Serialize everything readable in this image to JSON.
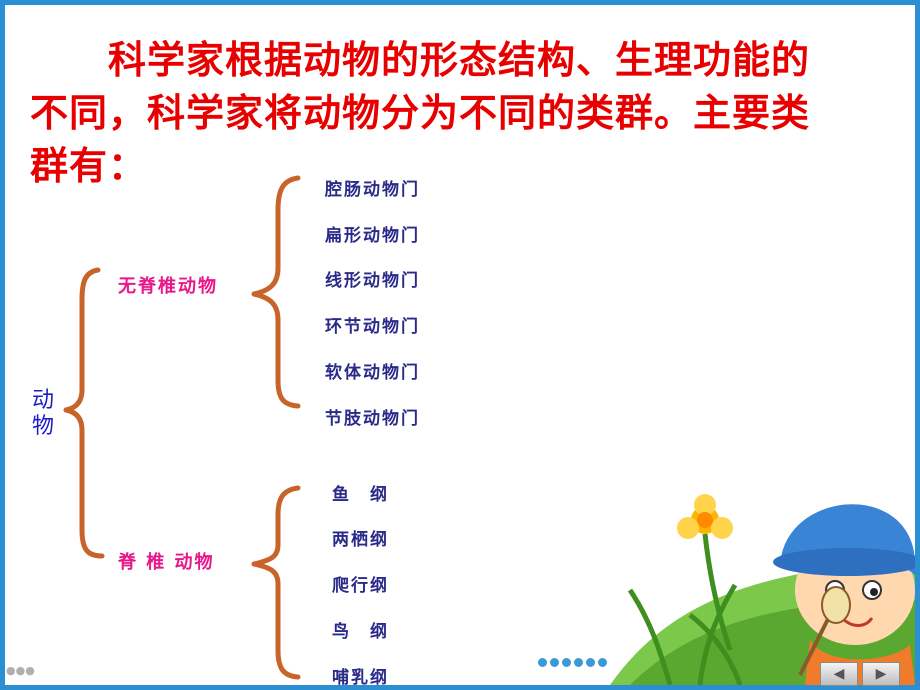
{
  "slide": {
    "intro_text": "科学家根据动物的形态结构、生理功能的不同，科学家将动物分为不同的类群。主要类群有：",
    "root_label": "动物"
  },
  "groups": {
    "invertebrates": {
      "label": "无脊椎动物",
      "items": [
        "腔肠动物门",
        "扁形动物门",
        "线形动物门",
        "环节动物门",
        "软体动物门",
        "节肢动物门"
      ]
    },
    "vertebrates": {
      "label": "脊 椎 动物",
      "items": [
        "鱼　纲",
        "两栖纲",
        "爬行纲",
        "鸟　纲",
        "哺乳纲"
      ]
    }
  },
  "colors": {
    "frame": "#2d8fd3",
    "intro": "#e80000",
    "root": "#1c1cc8",
    "group_label": "#e8188a",
    "item": "#2a2a8a",
    "brace": "#c8642a"
  },
  "nav": {
    "prev_icon": "triangle-left-icon",
    "next_icon": "triangle-right-icon"
  }
}
